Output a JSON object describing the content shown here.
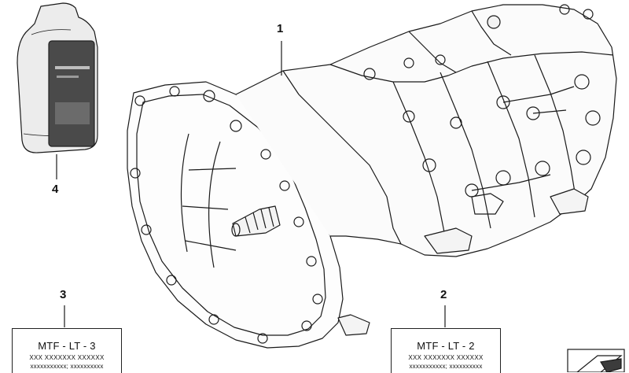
{
  "callouts": {
    "transmission": "1",
    "label_right": "2",
    "label_left": "3",
    "oil_bottle": "4"
  },
  "labels": {
    "left": {
      "title": "MTF - LT - 3",
      "line1": "XXX XXXXXXX XXXXXX",
      "line2": "xxxxxxxxxxx; xxxxxxxxxx"
    },
    "right": {
      "title": "MTF - LT - 2",
      "line1": "XXX XXXXXXX XXXXXX",
      "line2": "xxxxxxxxxxx; xxxxxxxxxx"
    }
  },
  "colors": {
    "line": "#1a1a1a",
    "bottle": "#e6e6e6",
    "bottle_label": "#4a4a4a"
  }
}
